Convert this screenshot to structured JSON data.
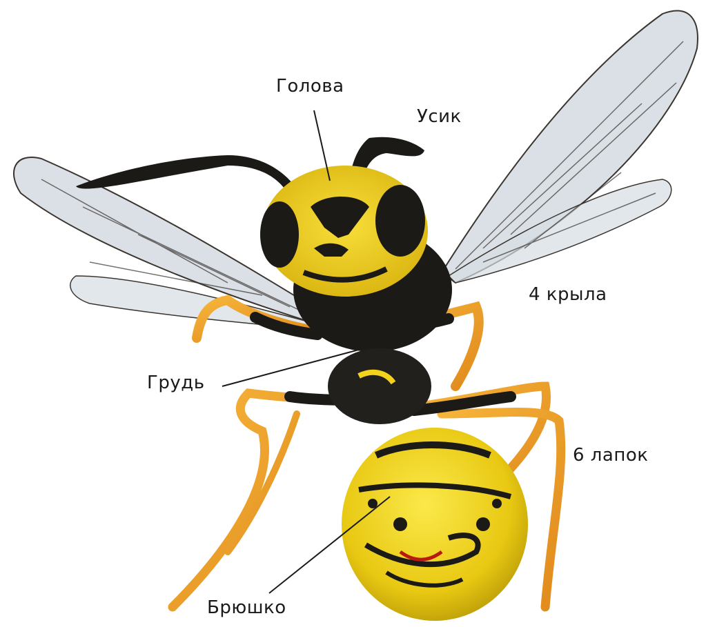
{
  "labels": {
    "head": "Голова",
    "antenna": "Усик",
    "wings": "4 крыла",
    "chest": "Грудь",
    "legs": "6 лапок",
    "belly": "Брюшко"
  },
  "colors": {
    "yellow": "#f2d21a",
    "black": "#1c1a17",
    "leg": "#f0a028",
    "wing": "#c9d3da",
    "wing_vein": "#3b3530"
  }
}
